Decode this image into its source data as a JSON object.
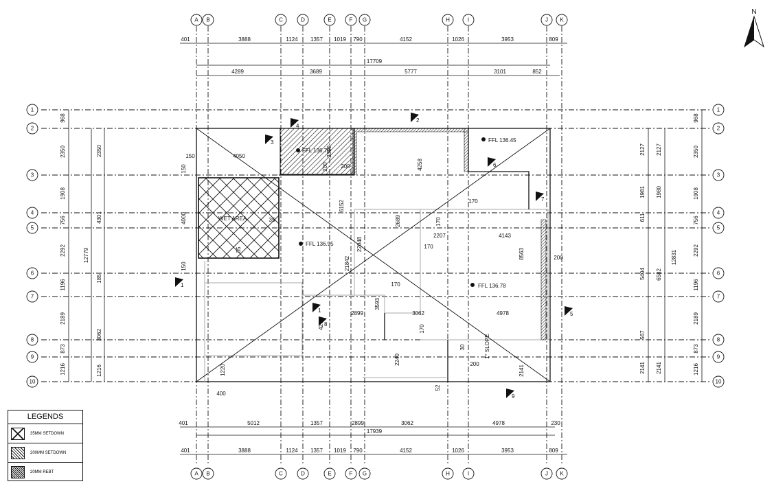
{
  "grid_letters": [
    "A",
    "B",
    "C",
    "D",
    "E",
    "F",
    "G",
    "H",
    "I",
    "J",
    "K"
  ],
  "grid_numbers": [
    "1",
    "2",
    "3",
    "4",
    "5",
    "6",
    "7",
    "8",
    "9",
    "10"
  ],
  "top_dims_1": [
    "401",
    "3888",
    "1124",
    "1357",
    "1019",
    "790",
    "4152",
    "1026",
    "3953",
    "809"
  ],
  "top_total": "17709",
  "top_dims_2": [
    "4289",
    "3689",
    "5777",
    "3101",
    "852"
  ],
  "bottom_dims_1": [
    "401",
    "5012",
    "1357",
    "2899",
    "3062",
    "4978",
    "230"
  ],
  "bottom_total": "17939",
  "bottom_dims_2": [
    "401",
    "3888",
    "1124",
    "1357",
    "1019",
    "790",
    "4152",
    "1026",
    "3953",
    "809"
  ],
  "left_dims_outer": [
    "968",
    "2350",
    "1908",
    "756",
    "2292",
    "1196",
    "2189",
    "873",
    "1216"
  ],
  "left_dims_inner": [
    "2350",
    "4301",
    "185",
    "3062",
    "1216"
  ],
  "left_total": "12779",
  "right_dims_outer": [
    "968",
    "2350",
    "1908",
    "756",
    "2292",
    "1196",
    "2189",
    "873",
    "1216"
  ],
  "right_dims_inner": [
    "2127",
    "1981",
    "611",
    "5404",
    "567",
    "2141"
  ],
  "right_dims_inner2": [
    "2127",
    "1980",
    "6582",
    "2141"
  ],
  "right_total": "12831",
  "interior_dims": [
    "150",
    "4050",
    "150",
    "4000",
    "150",
    "200",
    "200",
    "2350",
    "6152",
    "4258",
    "170",
    "2689",
    "170",
    "2207",
    "4143",
    "170",
    "22048",
    "21842",
    "8563",
    "200",
    "3593",
    "170",
    "2899",
    "3062",
    "4978",
    "4278",
    "170",
    "2240",
    "200",
    "30",
    "2141",
    "1220",
    "400",
    "52",
    "35",
    "35"
  ],
  "labels": {
    "wet_area": "WET AREA",
    "ffl_1": "FFL 136.75",
    "ffl_2": "FFL 136.45",
    "ffl_3": "FFL 136.95",
    "ffl_4": "FFL 136.78",
    "slope": "1° SLOPE"
  },
  "fall_markers": [
    "1",
    "2",
    "3",
    "4",
    "5",
    "6",
    "7",
    "8",
    "9",
    "1"
  ],
  "north": "N",
  "legend": {
    "title": "LEGENDS",
    "items": [
      "35MM SETDOWN",
      "200MM SETDOWN",
      "20MM REBT"
    ]
  }
}
